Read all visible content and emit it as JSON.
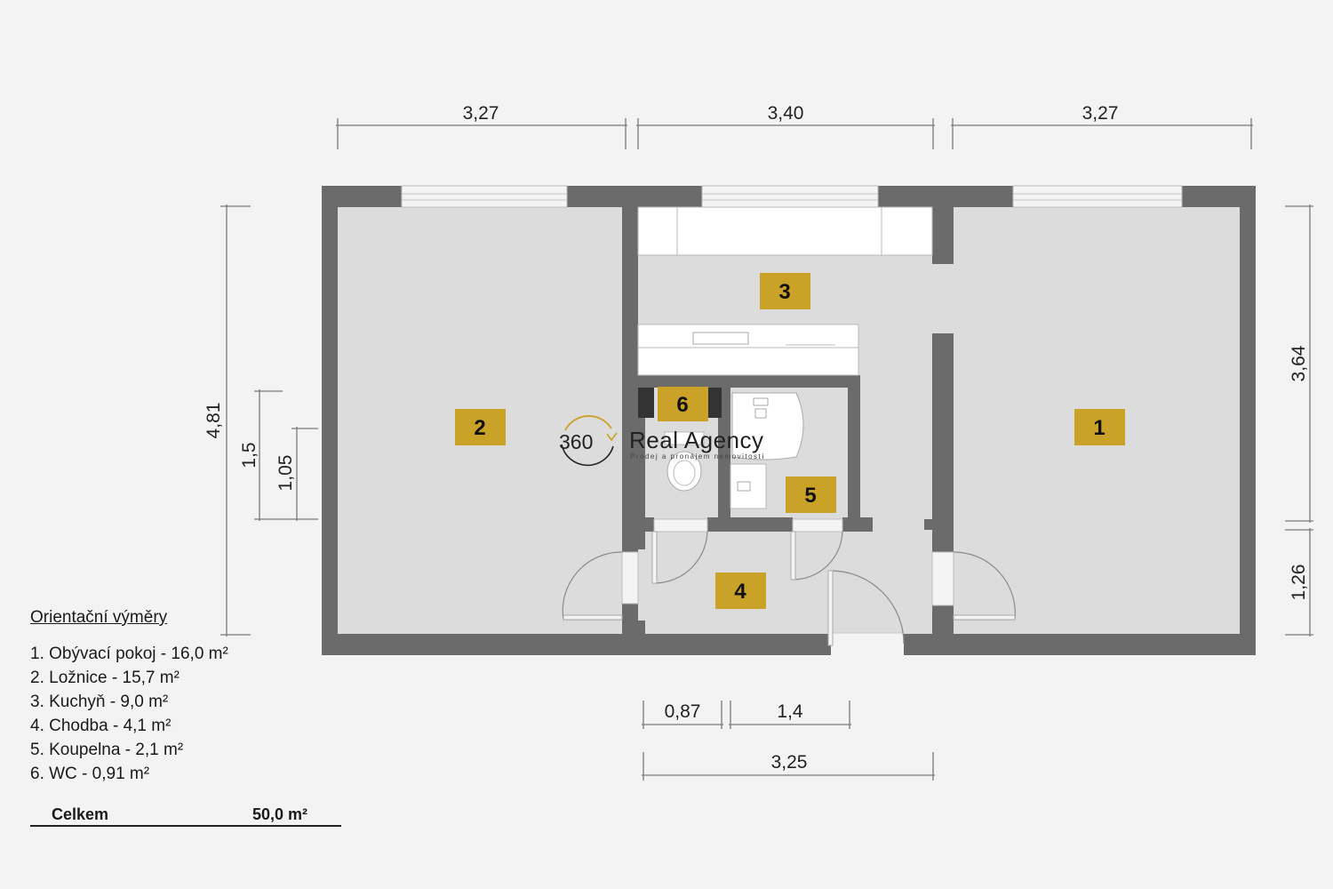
{
  "dimensions": {
    "top": [
      "3,27",
      "3,40",
      "3,27"
    ],
    "left": {
      "total": "4,81",
      "window": "1,5",
      "inner": "1,05"
    },
    "right": {
      "upper": "3,64",
      "lower": "1,26"
    },
    "bottom": {
      "a": "0,87",
      "b": "1,4",
      "total": "3,25"
    }
  },
  "rooms": [
    {
      "number": "1"
    },
    {
      "number": "2"
    },
    {
      "number": "3"
    },
    {
      "number": "4"
    },
    {
      "number": "5"
    },
    {
      "number": "6"
    }
  ],
  "colors": {
    "badge": "#c9a227",
    "wall": "#6b6b6b",
    "floor": "#dcdcdc"
  },
  "legend": {
    "title": "Orientační výměry",
    "items": [
      "1. Obývací pokoj - 16,0 m²",
      "2. Ložnice - 15,7 m²",
      "3. Kuchyň - 9,0 m²",
      "4. Chodba - 4,1 m²",
      "5. Koupelna - 2,1 m²",
      "6. WC - 0,91 m²"
    ],
    "total_label": "Celkem",
    "total_value": "50,0 m²"
  },
  "logo": {
    "number": "360",
    "name": "Real Agency",
    "tagline": "Prodej a pronájem nemovitostí"
  }
}
